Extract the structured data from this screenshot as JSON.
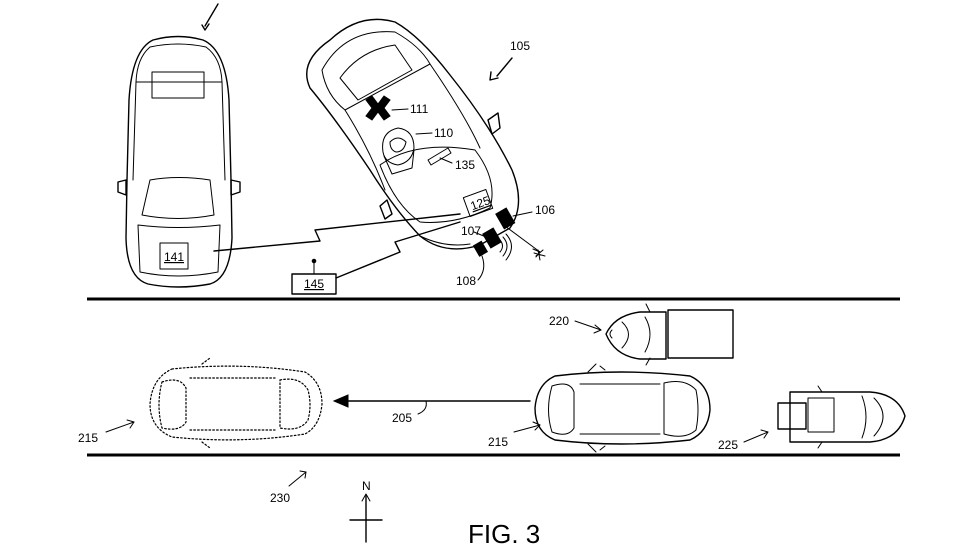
{
  "figure": {
    "caption": "FIG. 3",
    "labels": {
      "l105": "105",
      "l111": "111",
      "l110": "110",
      "l135": "135",
      "l125": "125",
      "l106": "106",
      "l107": "107",
      "l108": "108",
      "l141": "141",
      "l145": "145",
      "l220": "220",
      "l205": "205",
      "l215a": "215",
      "l215b": "215",
      "l225": "225",
      "l230": "230",
      "north": "N"
    }
  }
}
